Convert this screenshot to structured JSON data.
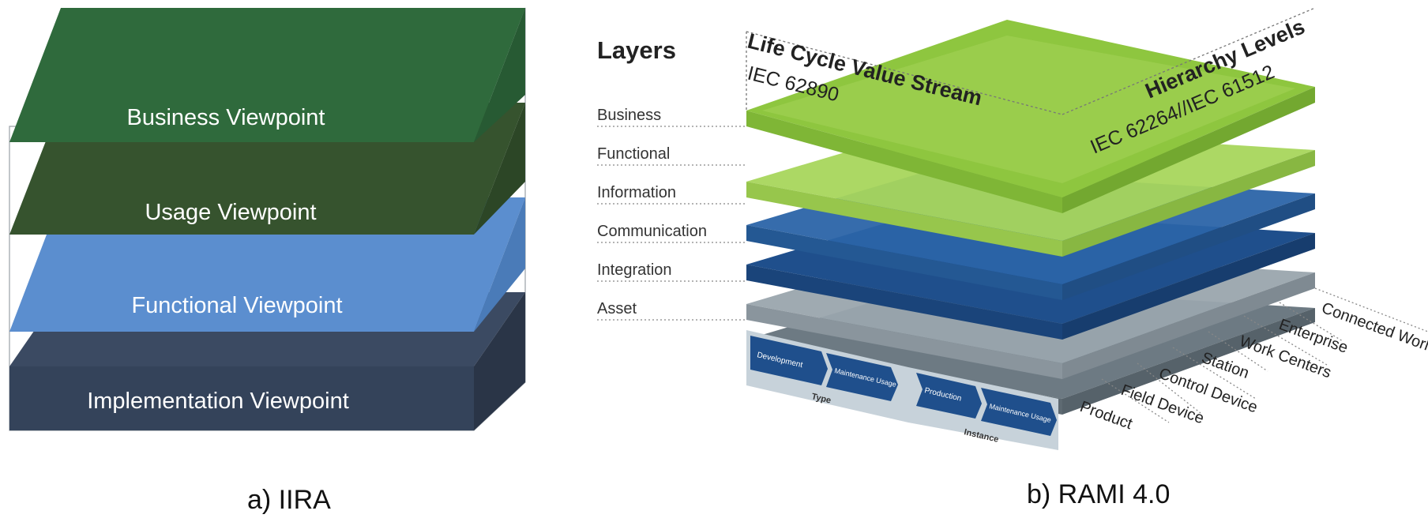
{
  "colors": {
    "business": "#2f6a3c",
    "usage": "#36532e",
    "functional": "#5b8ecf",
    "implementation": "#3b4a62",
    "rami_light_green": "#8ec63f",
    "rami_green": "#a8d65c",
    "rami_blue": "#2b64a8",
    "rami_dark_blue": "#1f4f8c",
    "rami_grey": "#9aa5ad",
    "rami_dark_grey": "#6d7a83"
  },
  "iira": {
    "caption": "a) IIRA",
    "layers": [
      {
        "label": "Business Viewpoint"
      },
      {
        "label": "Usage Viewpoint"
      },
      {
        "label": "Functional Viewpoint"
      },
      {
        "label": "Implementation Viewpoint"
      }
    ]
  },
  "rami": {
    "caption": "b) RAMI 4.0",
    "layers_title": "Layers",
    "layers": [
      "Business",
      "Functional",
      "Information",
      "Communication",
      "Integration",
      "Asset"
    ],
    "lifecycle_title": "Life Cycle Value Stream",
    "lifecycle_standard": "IEC 62890",
    "hierarchy_title": "Hierarchy Levels",
    "hierarchy_standard": "IEC 62264//IEC 61512",
    "hierarchy_levels": [
      "Connected World",
      "Enterprise",
      "Work Centers",
      "Station",
      "Control Device",
      "Field Device",
      "Product"
    ],
    "lifecycle_groups": [
      {
        "name": "Type",
        "steps": [
          "Development",
          "Maintenance Usage"
        ]
      },
      {
        "name": "Instance",
        "steps": [
          "Production",
          "Maintenance Usage"
        ]
      }
    ]
  }
}
